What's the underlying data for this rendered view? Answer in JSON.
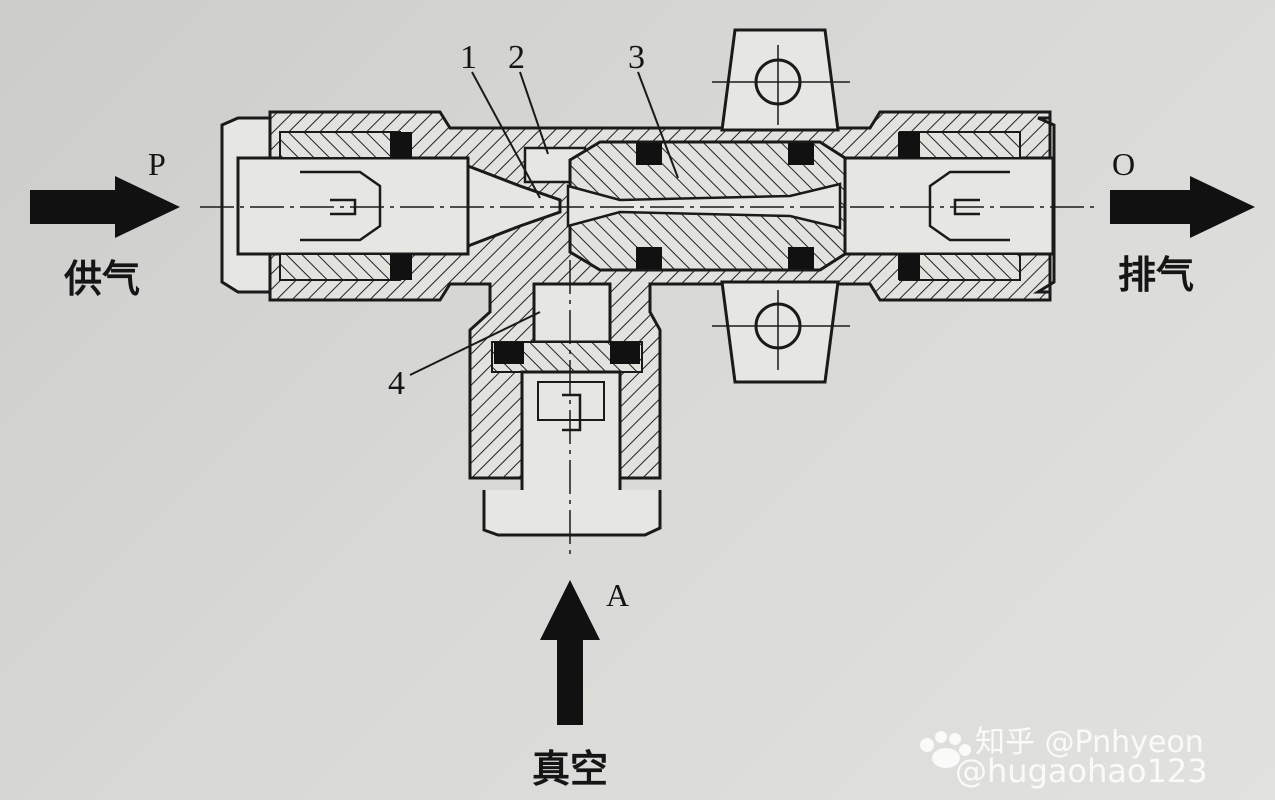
{
  "labels": {
    "part_1": "1",
    "part_2": "2",
    "part_3": "3",
    "part_4": "4",
    "port_p": "P",
    "port_o": "O",
    "port_a": "A",
    "supply": "供气",
    "exhaust": "排气",
    "vacuum": "真空"
  },
  "watermark": {
    "line1": "知乎 @Pnhyeon",
    "line2": "@hugaohao123"
  }
}
